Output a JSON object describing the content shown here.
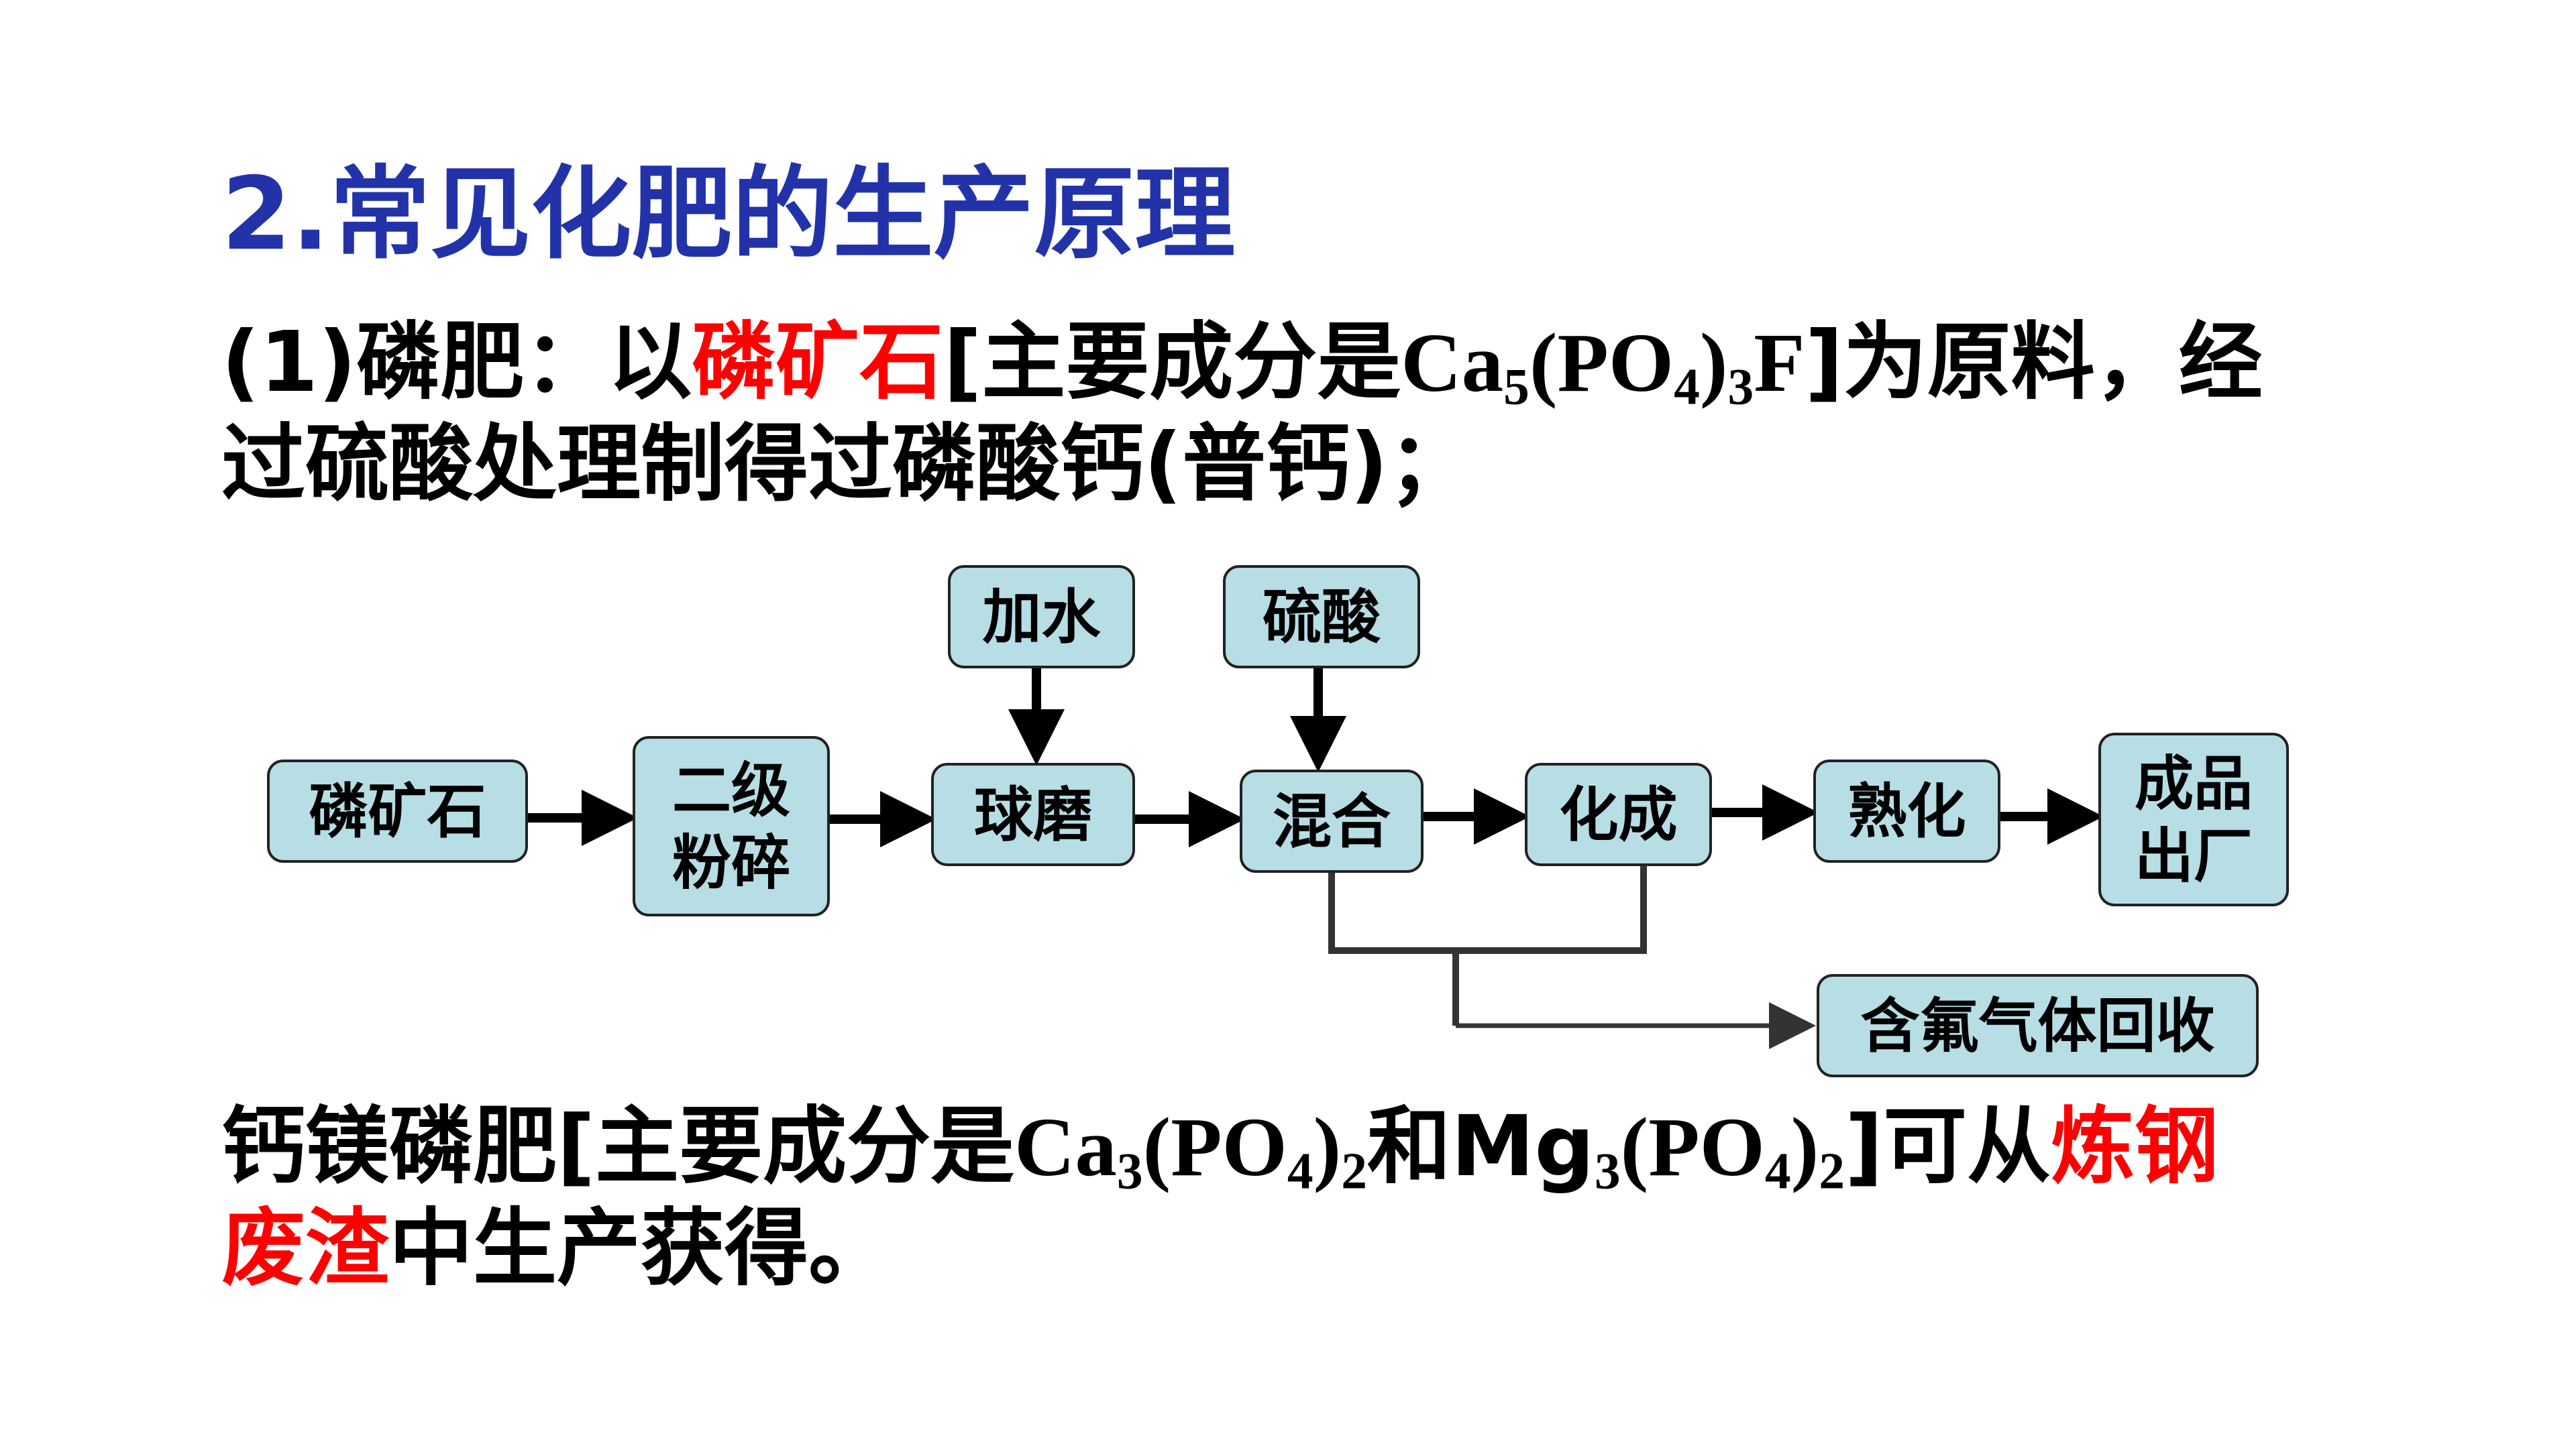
{
  "colors": {
    "heading": "#2233aa",
    "highlight": "#ff0000",
    "text": "#000000",
    "box_fill": "#b7dde5",
    "box_stroke": "#222222",
    "connector": "#333333"
  },
  "heading": "2.常见化肥的生产原理",
  "para1": {
    "line1": {
      "prefix": "(1)磷肥：以",
      "highlight": "磷矿石",
      "bracket_open": "[主要成分是",
      "ca": "Ca",
      "sub_ca": "5",
      "po_open": "(PO",
      "sub_o": "4",
      "po_close": ")",
      "sub_po": "3",
      "f": "F",
      "suffix": "]为原料，经"
    },
    "line2": "过硫酸处理制得过磷酸钙(普钙)；"
  },
  "flow": {
    "nodes": [
      {
        "id": "ore",
        "label": [
          "磷矿石"
        ]
      },
      {
        "id": "grind",
        "label": [
          "二级",
          "粉碎"
        ]
      },
      {
        "id": "mill",
        "label": [
          "球磨"
        ]
      },
      {
        "id": "mix",
        "label": [
          "混合"
        ]
      },
      {
        "id": "react",
        "label": [
          "化成"
        ]
      },
      {
        "id": "cure",
        "label": [
          "熟化"
        ]
      },
      {
        "id": "out",
        "label": [
          "成品",
          "出厂"
        ]
      },
      {
        "id": "water",
        "label": [
          "加水"
        ]
      },
      {
        "id": "acid",
        "label": [
          "硫酸"
        ]
      },
      {
        "id": "gas",
        "label": [
          "含氟气体回收"
        ]
      }
    ]
  },
  "para2": {
    "line1": {
      "prefix": "钙镁磷肥[主要成分是",
      "ca": "Ca",
      "sub_ca": "3",
      "po1_open": "(PO",
      "sub_o1": "4",
      "po1_close": ")",
      "sub_po1": "2",
      "and": "和",
      "mg": "Mg",
      "sub_mg": "3",
      "po2_open": "(PO",
      "sub_o2": "4",
      "po2_close": ")",
      "sub_po2": "2",
      "mid": "]可从",
      "highlight": "炼钢"
    },
    "line2": {
      "highlight": "废渣",
      "suffix": "中生产获得。"
    }
  }
}
